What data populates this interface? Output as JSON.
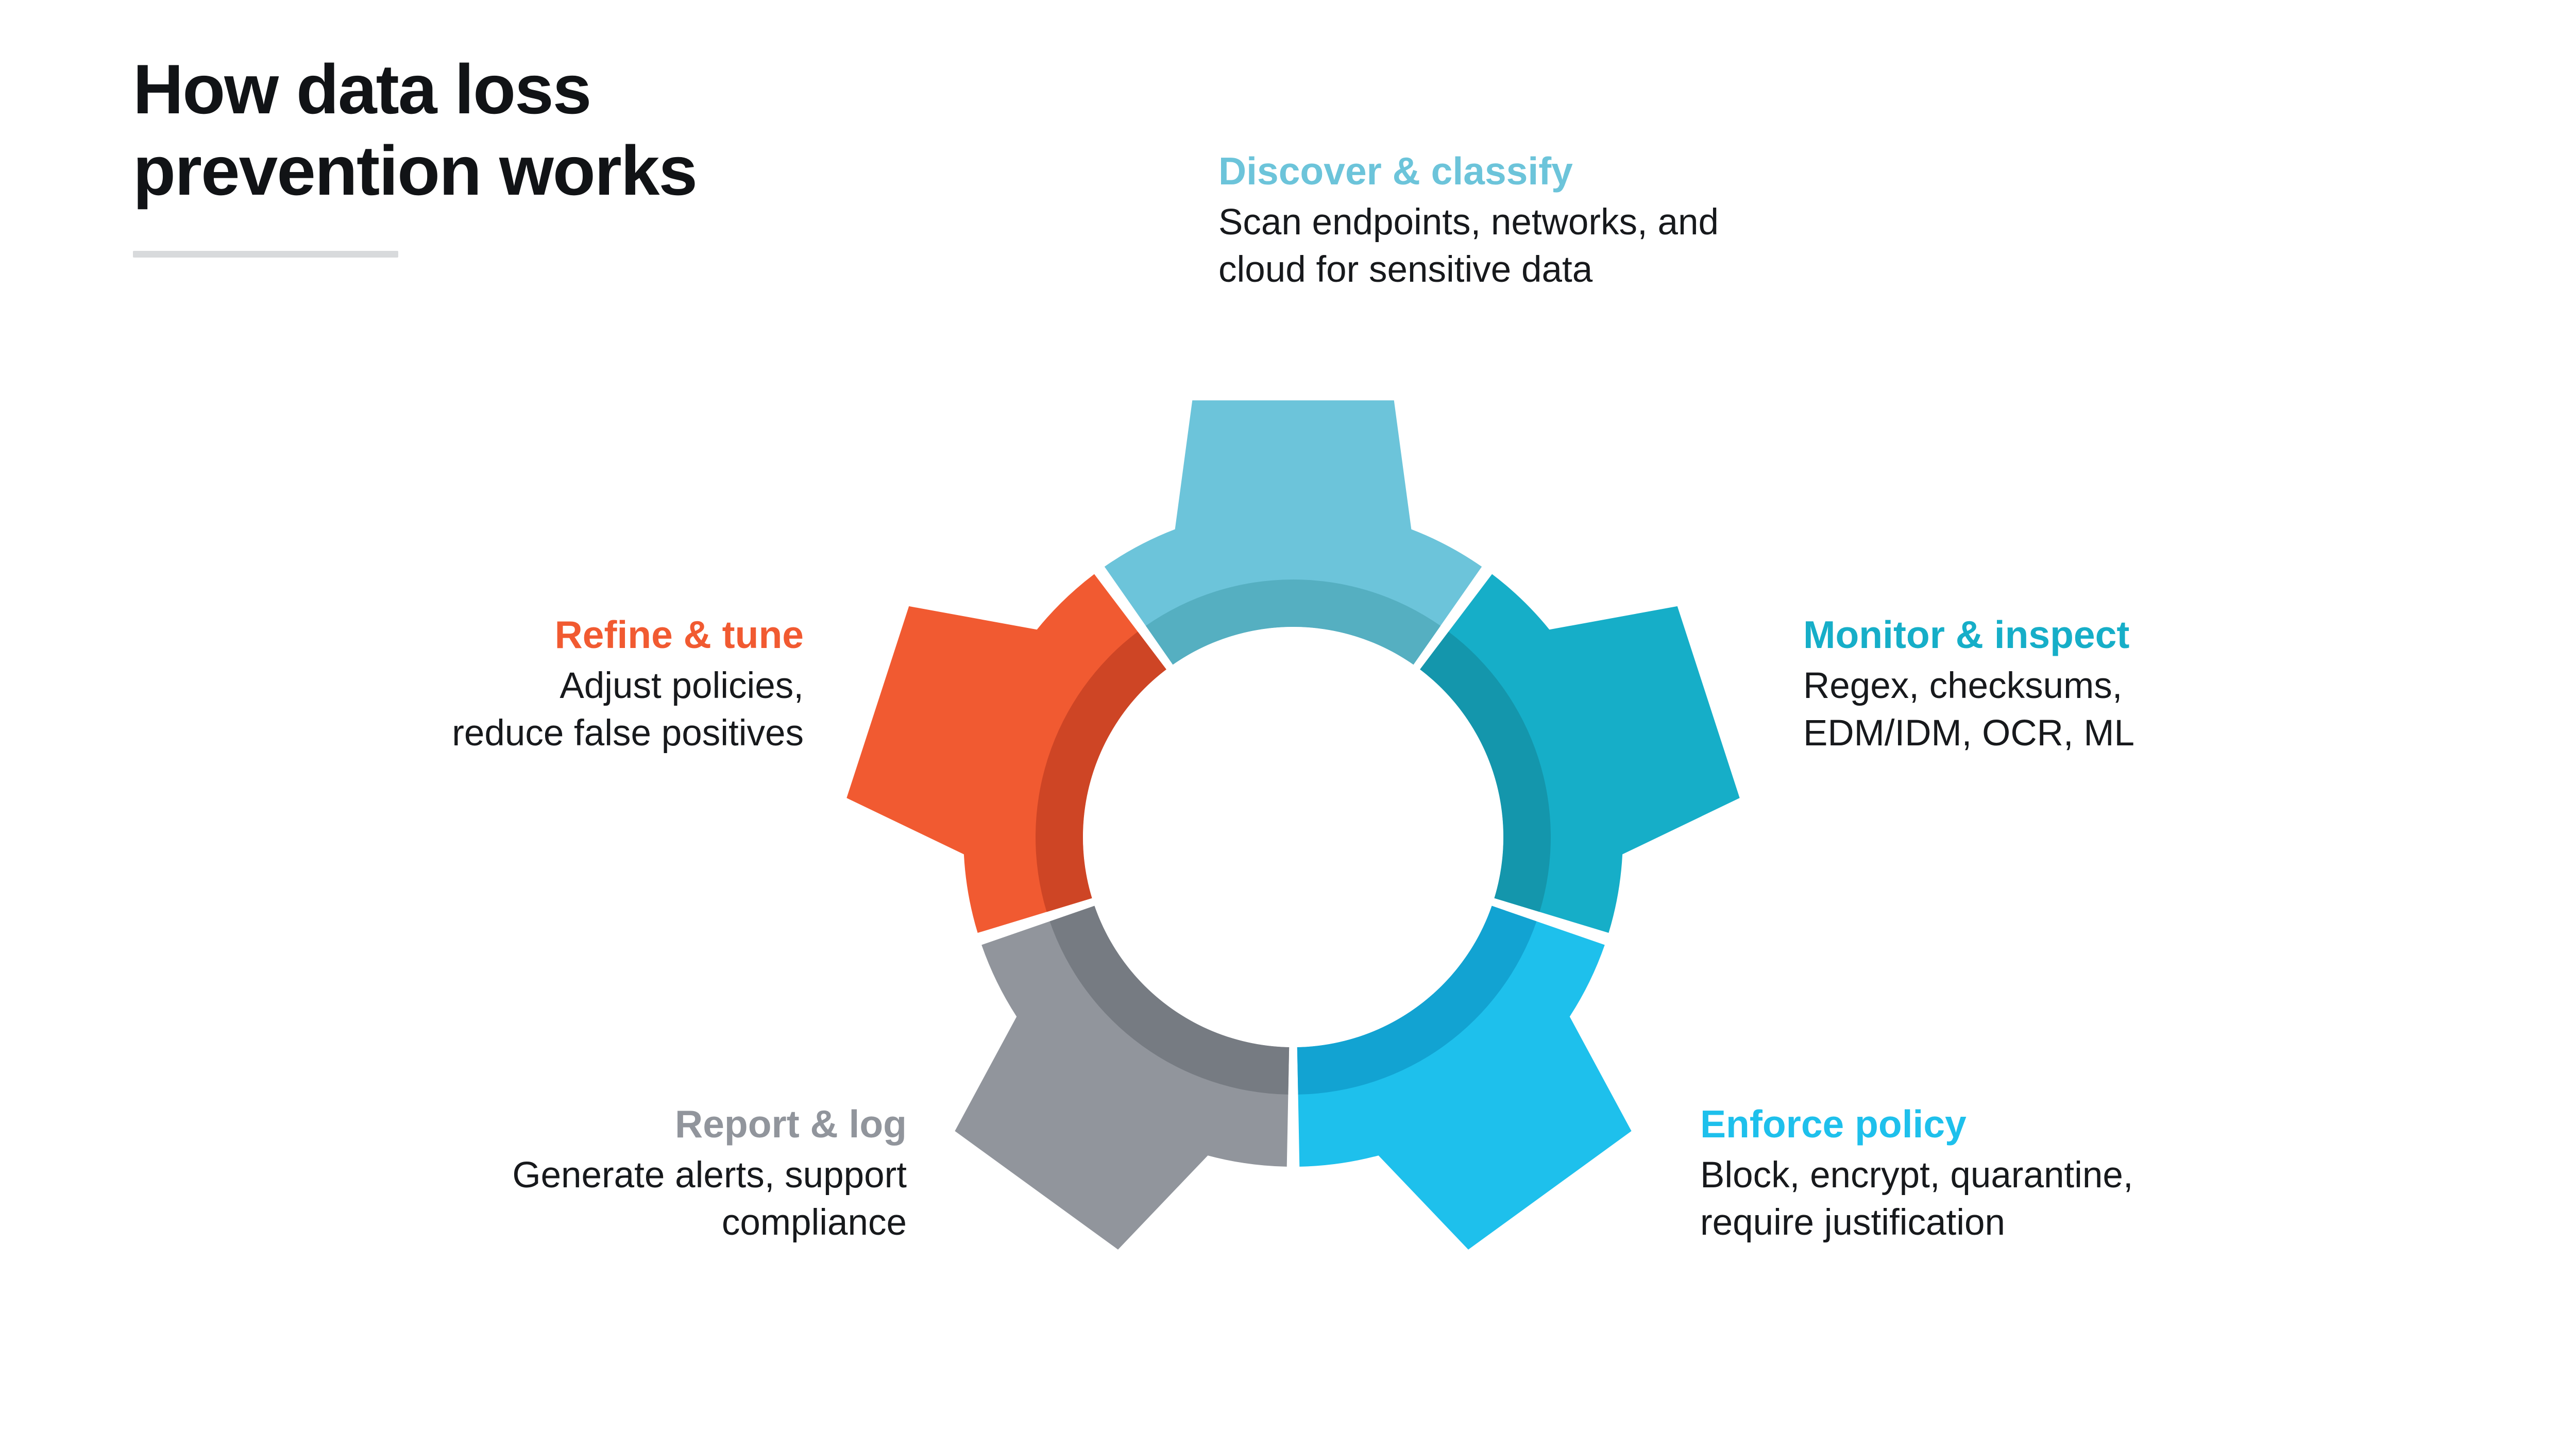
{
  "page": {
    "title_line_1": "How data loss",
    "title_line_2": "prevention works",
    "background_color": "#ffffff",
    "title_color": "#111316",
    "rule_color": "#d8dadc",
    "body_text_color": "#17191c"
  },
  "diagram": {
    "type": "cycle-gear",
    "shape": "5-segment gear ring",
    "segment_count": 5,
    "center_hole": "white circle",
    "segments": [
      {
        "id": "discover",
        "order": 1,
        "position": "top",
        "heading": "Discover & classify",
        "body": "Scan endpoints, networks, and cloud for sensitive data",
        "body_line_1": "Scan endpoints, networks, and",
        "body_line_2": "cloud for sensitive data",
        "color": "#6CC4DA",
        "inner_color": "#55AFC1",
        "start_angle_deg": -36,
        "end_angle_deg": 36
      },
      {
        "id": "monitor",
        "order": 2,
        "position": "right",
        "heading": "Monitor & inspect",
        "body": "Regex, checksums, EDM/IDM, OCR, ML",
        "body_line_1": "Regex, checksums,",
        "body_line_2": "EDM/IDM, OCR, ML",
        "color": "#16AEC8",
        "inner_color": "#1496AC",
        "start_angle_deg": 36,
        "end_angle_deg": 108
      },
      {
        "id": "enforce",
        "order": 3,
        "position": "bottom-right",
        "heading": "Enforce policy",
        "body": "Block, encrypt, quarantine, require justification",
        "body_line_1": "Block, encrypt, quarantine,",
        "body_line_2": "require justification",
        "color": "#1EC0EC",
        "inner_color": "#12A3D2",
        "start_angle_deg": 108,
        "end_angle_deg": 180
      },
      {
        "id": "report",
        "order": 4,
        "position": "bottom-left",
        "heading": "Report & log",
        "body": "Generate alerts, support compliance",
        "body_line_1": "Generate alerts, support",
        "body_line_2": "compliance",
        "color": "#91959C",
        "inner_color": "#767B82",
        "start_angle_deg": 180,
        "end_angle_deg": 252
      },
      {
        "id": "refine",
        "order": 5,
        "position": "left",
        "heading": "Refine & tune",
        "body": "Adjust policies, reduce false positives",
        "body_line_1": "Adjust policies,",
        "body_line_2": "reduce false positives",
        "color": "#F15A31",
        "inner_color": "#CE4525",
        "start_angle_deg": 252,
        "end_angle_deg": 324
      }
    ]
  }
}
